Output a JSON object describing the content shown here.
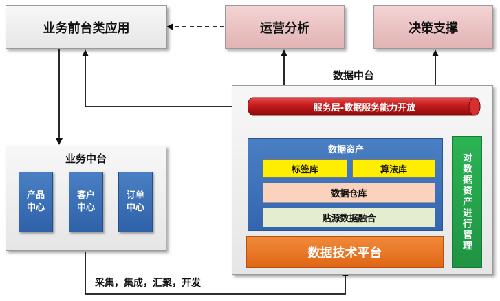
{
  "nodes": {
    "front_app": "业务前台类应用",
    "ops_analysis": "运营分析",
    "decision_support": "决策支撑",
    "data_center_title": "数据中台",
    "service_layer": "服务层-数据服务能力开放",
    "data_assets": "数据资产",
    "tag_library": "标签库",
    "algorithm_library": "算法库",
    "data_warehouse": "数据仓库",
    "source_fusion": "贴源数据融合",
    "tech_platform": "数据技术平台",
    "asset_management": "对数据资产进行管理",
    "business_center_title": "业务中台",
    "product_center": "产品中心",
    "customer_center": "客户中心",
    "order_center": "订单中心",
    "collect_label": "采集，集成，汇聚，开发"
  },
  "colors": {
    "pink": "#e8c0c0",
    "blue": "#3a6fb8",
    "green": "#22a34a",
    "orange": "#e9731e",
    "yellow": "#ffee00",
    "red_pipe": "#c41a1a"
  }
}
